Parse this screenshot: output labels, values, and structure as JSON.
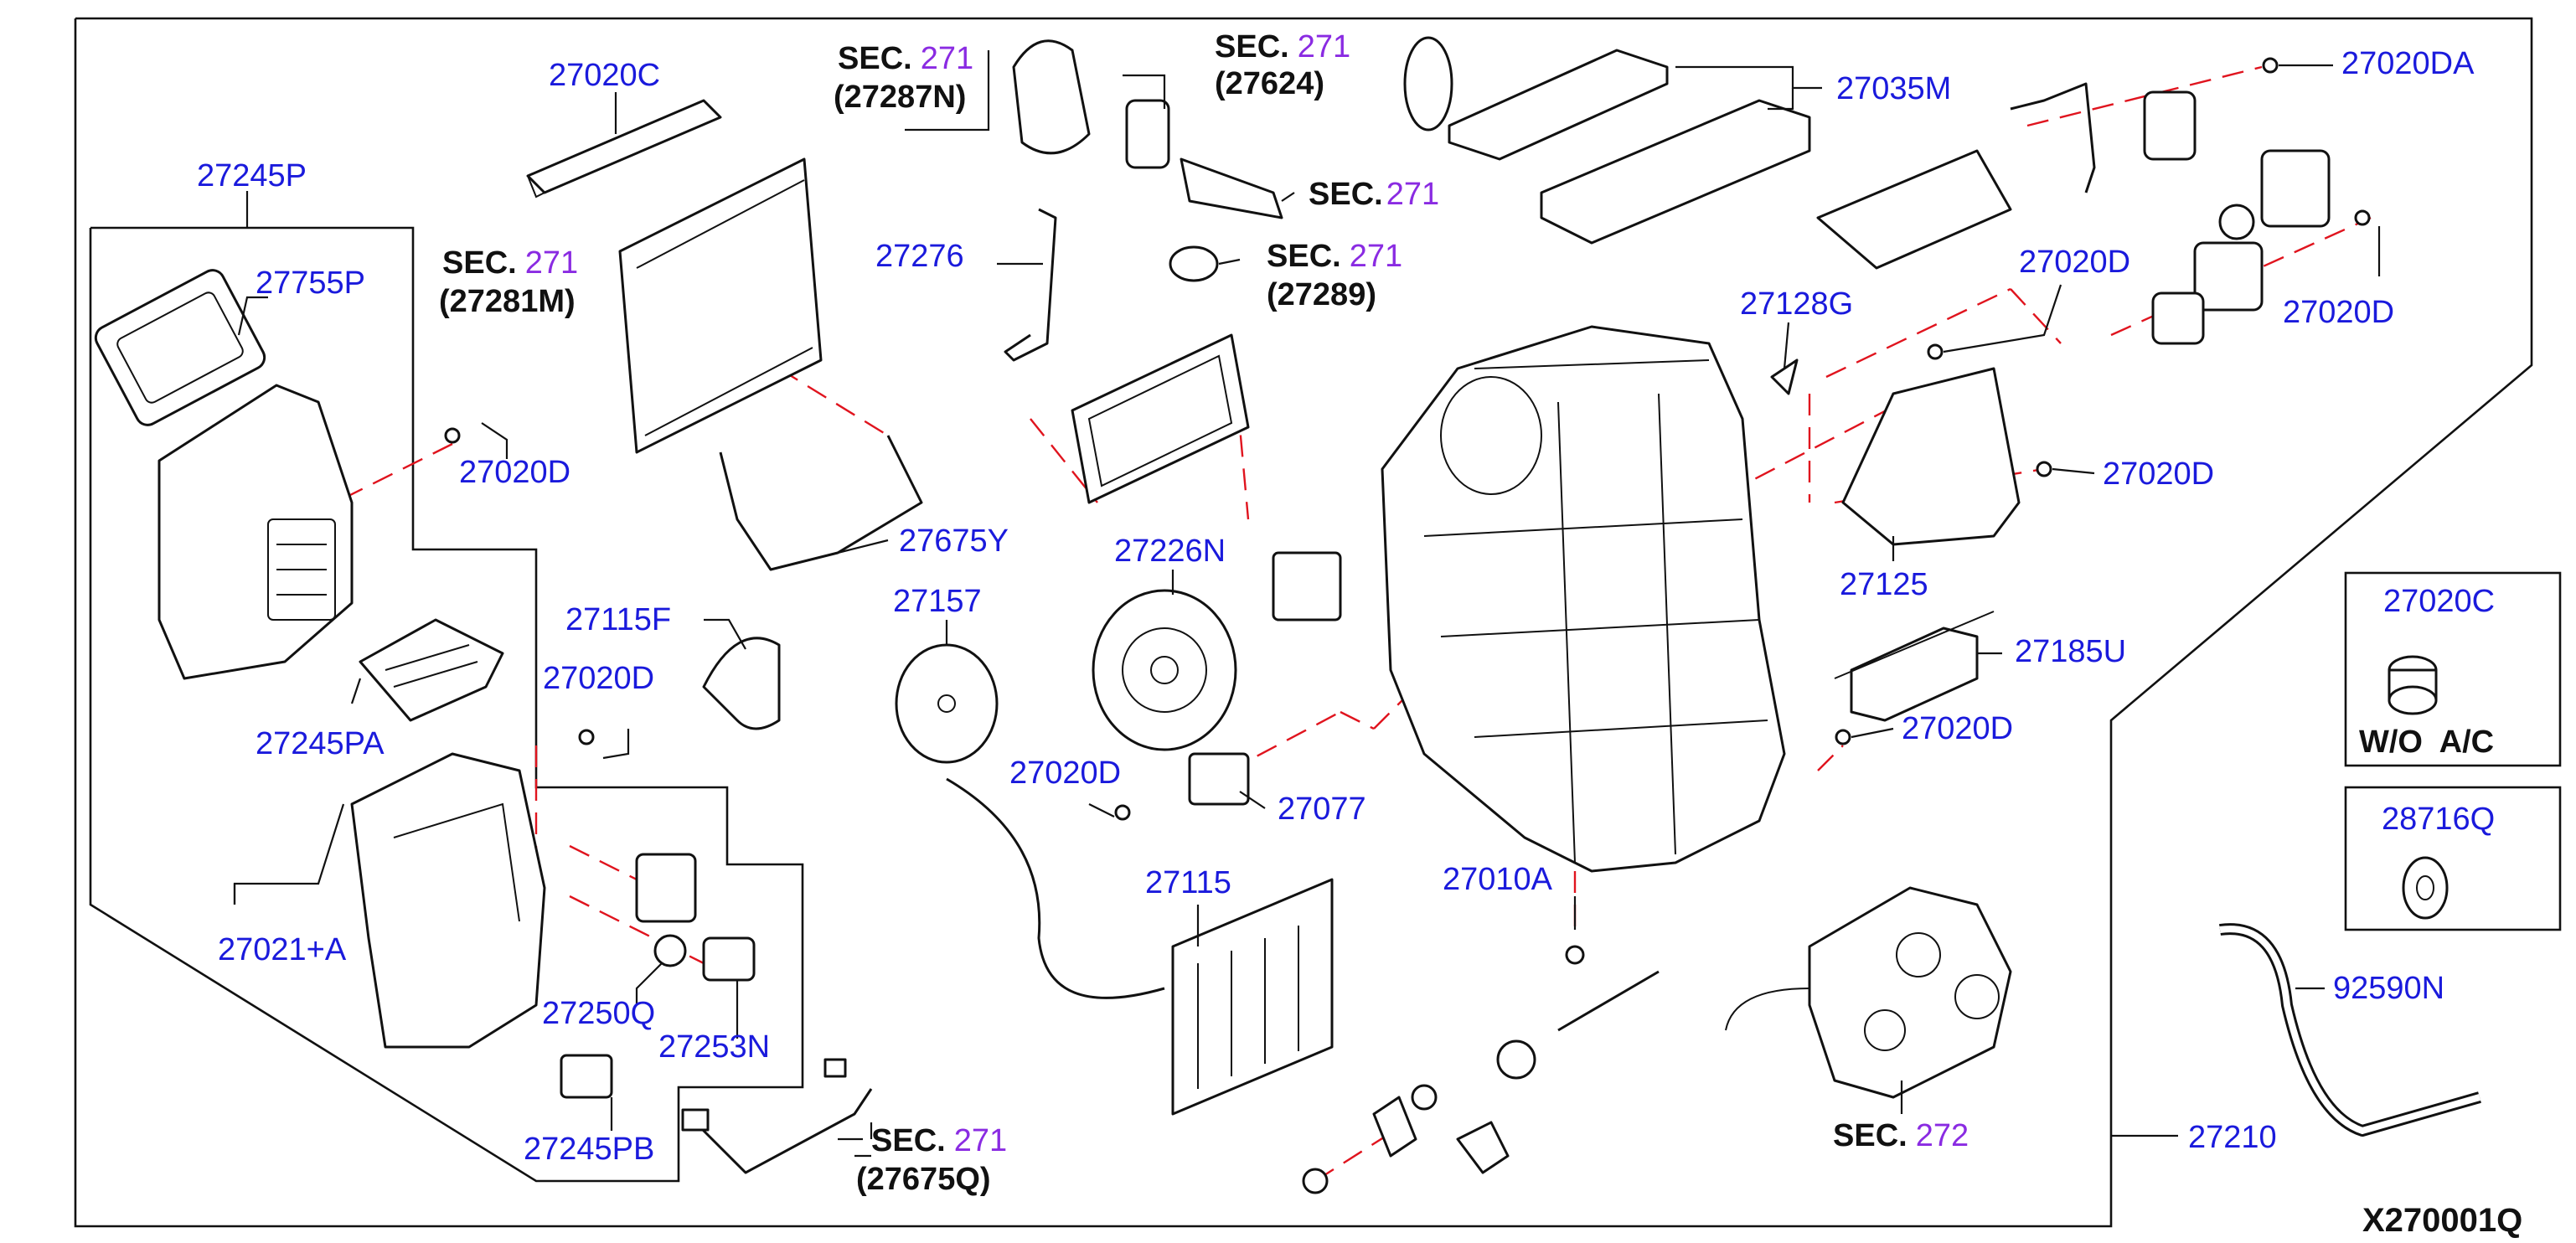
{
  "diagram": {
    "reference_code": "X270001Q",
    "labels": {
      "p27020C_top": "27020C",
      "p27245P": "27245P",
      "p27755P": "27755P",
      "p27020D_a": "27020D",
      "p27245PA": "27245PA",
      "p27021A": "27021+A",
      "p27250Q": "27250Q",
      "p27253N": "27253N",
      "p27245PB": "27245PB",
      "p27115F": "27115F",
      "p27020D_b": "27020D",
      "p27276": "27276",
      "p27675Y": "27675Y",
      "p27157": "27157",
      "p27226N": "27226N",
      "p27020D_c": "27020D",
      "p27077": "27077",
      "p27115": "27115",
      "p27010A": "27010A",
      "p27035M": "27035M",
      "p27020DA": "27020DA",
      "p27020D_d": "27020D",
      "p27020D_e": "27020D",
      "p27128G": "27128G",
      "p27020D_f": "27020D",
      "p27125": "27125",
      "p27185U": "27185U",
      "p27020D_g": "27020D",
      "p27020C_box": "27020C",
      "p28716Q": "28716Q",
      "p92590N": "92590N",
      "p27210": "27210"
    },
    "sections": {
      "sec_a": {
        "prefix": "SEC.",
        "number": "271",
        "sub": "(27287N)"
      },
      "sec_b": {
        "prefix": "SEC.",
        "number": "271",
        "sub": "(27624)"
      },
      "sec_c": {
        "prefix": "SEC.",
        "number": "271",
        "sub": ""
      },
      "sec_d": {
        "prefix": "SEC.",
        "number": "271",
        "sub": "(27289)"
      },
      "sec_e": {
        "prefix": "SEC.",
        "number": "271",
        "sub": "(27281M)"
      },
      "sec_f": {
        "prefix": "SEC.",
        "number": "271",
        "sub": "(27675Q)"
      },
      "sec_g": {
        "prefix": "SEC.",
        "number": "272",
        "sub": ""
      }
    },
    "notes": {
      "wo_ac": "W/O  A/C"
    }
  }
}
